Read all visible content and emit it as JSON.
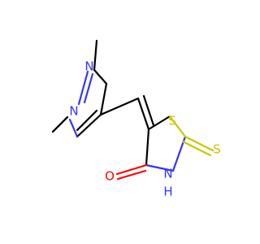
{
  "diagram": {
    "colors": {
      "carbon": "#000000",
      "nitrogen": "#3333ff",
      "sulfur": "#c8c800",
      "oxygen": "#ff0000",
      "background": "#ffffff"
    },
    "atoms": {
      "n1": "N",
      "n2": "N",
      "s_ring": "S",
      "s_thione": "S",
      "o_carbonyl": "O",
      "nh": "N",
      "h": "H"
    }
  }
}
